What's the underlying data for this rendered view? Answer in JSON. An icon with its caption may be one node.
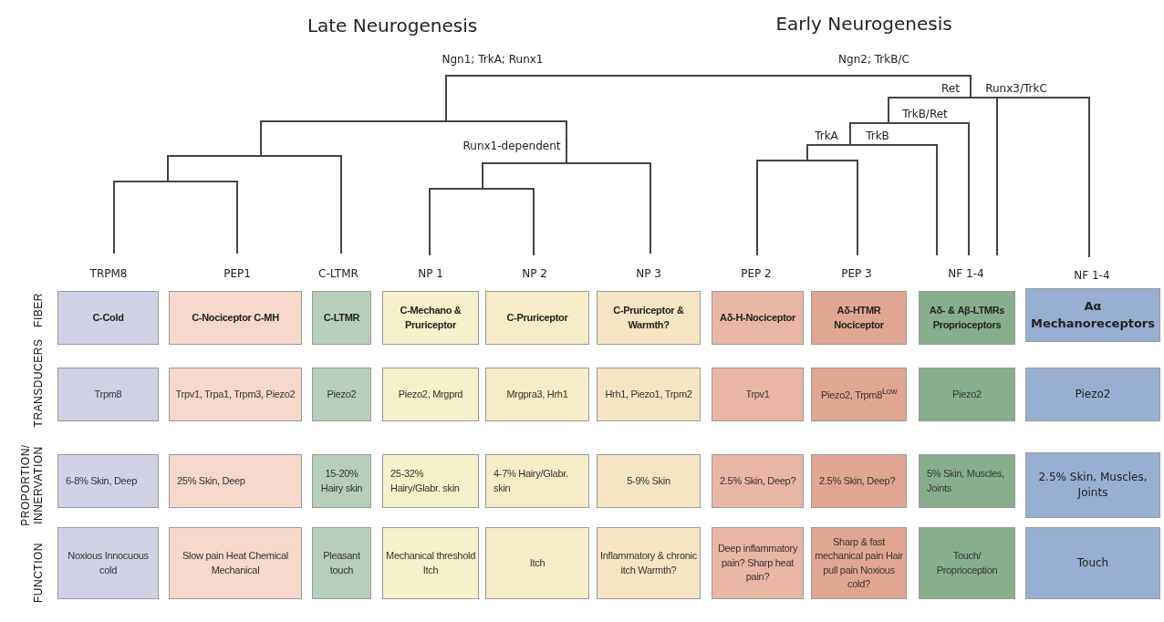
{
  "diagram": {
    "nodes": [
      {
        "text": [
          "C-Cold"
        ]
      },
      {
        "text": [
          "C-Nociceptor C-MH"
        ]
      },
      {
        "text": [
          "C-LTMR"
        ]
      },
      {
        "text": [
          "C-Mechano & Pruriceptor"
        ]
      },
      {
        "text": [
          "C-Pruriceptor"
        ]
      },
      {
        "text": [
          "C-Pruriceptor & Warmth?"
        ]
      },
      {
        "text": [
          "Aδ-H-Nociceptor"
        ]
      },
      {
        "text": [
          "Aδ-HTMR Nociceptor"
        ]
      },
      {
        "text": [
          "Aδ- & Aβ-LTMRs Proprioceptors"
        ]
      },
      {
        "text": [
          "Aα Mechanoreceptors"
        ]
      },
      {
        "text": [
          "Trpm8"
        ]
      },
      {
        "text": [
          "Trpv1, Trpa1, Trpm3, Piezo2"
        ]
      },
      {
        "text": [
          "Piezo2"
        ]
      },
      {
        "text": [
          "Piezo2, Mrgprd"
        ]
      },
      {
        "text": [
          "Mrgpra3, Hrh1"
        ]
      },
      {
        "text": [
          "Hrh1, Piezo1, Trpm2"
        ]
      },
      {
        "text": [
          "Trpv1"
        ]
      },
      {
        "text": [
          "Piezo2, Trpm8$^{Low}$"
        ]
      },
      {
        "text": [
          "Piezo2"
        ]
      },
      {
        "text": [
          "Piezo2"
        ]
      },
      {
        "text": [
          "6-8% Skin, Deep"
        ]
      },
      {
        "text": [
          "25% Skin, Deep"
        ]
      },
      {
        "text": [
          "15-20% Hairy skin"
        ]
      },
      {
        "text": [
          "25-32% Hairy/Glabr. skin"
        ]
      },
      {
        "text": [
          "4-7% Hairy/Glabr. skin"
        ]
      },
      {
        "text": [
          "5-9% Skin"
        ]
      },
      {
        "text": [
          "2.5% Skin, Deep?"
        ]
      },
      {
        "text": [
          "2.5% Skin, Deep?"
        ]
      },
      {
        "text": [
          "5% Skin, Muscles, Joints"
        ]
      },
      {
        "text": [
          "2.5% Skin, Muscles, Joints"
        ]
      },
      {
        "text": [
          "Noxious Innocuous cold"
        ]
      },
      {
        "text": [
          "Slow pain Heat Chemical Mechanical"
        ]
      },
      {
        "text": [
          "Pleasant touch"
        ]
      },
      {
        "text": [
          "Mechanical threshold Itch"
        ]
      },
      {
        "text": [
          "Itch"
        ]
      },
      {
        "text": [
          "Inflammatory & chronic itch Warmth?"
        ]
      },
      {
        "text": [
          "Deep inflammatory pain? Sharp heat pain?"
        ]
      },
      {
        "text": [
          "Sharp & fast mechanical pain Hair pull pain Noxious cold?"
        ]
      },
      {
        "text": [
          "Touch/ Proprioception"
        ]
      },
      {
        "text": [
          "Touch"
        ]
      }
    ],
    "labels": [
      "Late Neurogenesis",
      "Early Neurogenesis",
      "Ngn1; TrkA; Runx1",
      "Ngn2; TrkB/C",
      "Ret",
      "Runx3/TrkC",
      "TrkB/Ret",
      "Runx1-dependent",
      "TrkA",
      "TrkB",
      "TRPM8",
      "PEP1",
      "C-LTMR",
      "NP 1",
      "NP 2",
      "NP 3",
      "PEP 2",
      "PEP 3",
      "NF 1-4",
      "NF 1-4",
      "FIBER",
      "TRANSDUCERS",
      "PROPORTION/ INNERVATION",
      "FUNCTION"
    ]
  }
}
